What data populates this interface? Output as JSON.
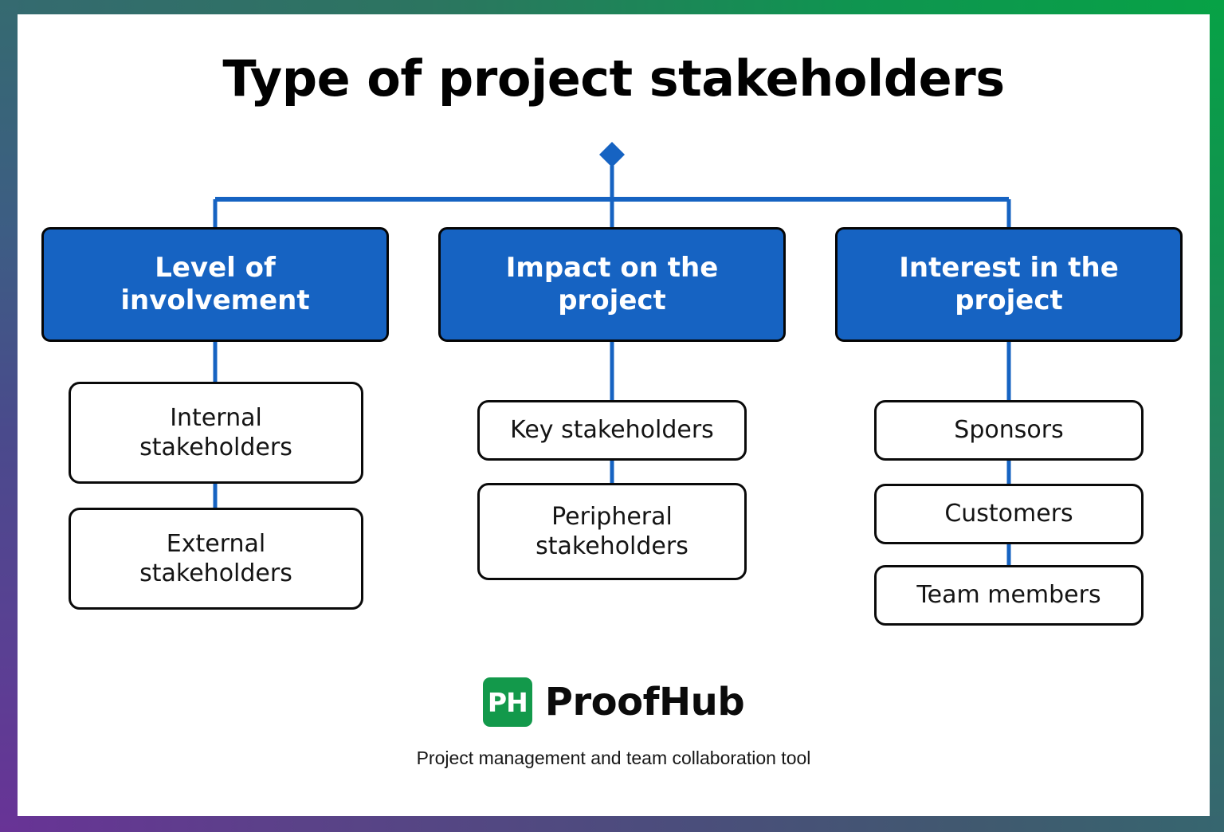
{
  "page": {
    "title": "Type of project stakeholders",
    "accent_blue": "#1663c2",
    "brand_green": "#13994b",
    "border_colors": [
      "#356a70",
      "#07a246",
      "#36666f",
      "#683396"
    ]
  },
  "root_node": {
    "shape": "diamond",
    "color": "#1663c2"
  },
  "columns": [
    {
      "heading": "Level of\ninvolvement",
      "heading_line1": "Level of",
      "heading_line2": "involvement",
      "children": [
        {
          "label": "Internal\nstakeholders",
          "line1": "Internal",
          "line2": "stakeholders"
        },
        {
          "label": "External\nstakeholders",
          "line1": "External",
          "line2": "stakeholders"
        }
      ]
    },
    {
      "heading": "Impact on the\nproject",
      "heading_line1": "Impact on the",
      "heading_line2": "project",
      "children": [
        {
          "label": "Key stakeholders",
          "line1": "Key stakeholders",
          "line2": ""
        },
        {
          "label": "Peripheral\nstakeholders",
          "line1": "Peripheral",
          "line2": "stakeholders"
        }
      ]
    },
    {
      "heading": "Interest in the\nproject",
      "heading_line1": "Interest in the",
      "heading_line2": "project",
      "children": [
        {
          "label": "Sponsors",
          "line1": "Sponsors",
          "line2": ""
        },
        {
          "label": "Customers",
          "line1": "Customers",
          "line2": ""
        },
        {
          "label": "Team members",
          "line1": "Team members",
          "line2": ""
        }
      ]
    }
  ],
  "footer": {
    "logo_text": "PH",
    "brand_name": "ProofHub",
    "tagline": "Project management and team collaboration tool"
  }
}
